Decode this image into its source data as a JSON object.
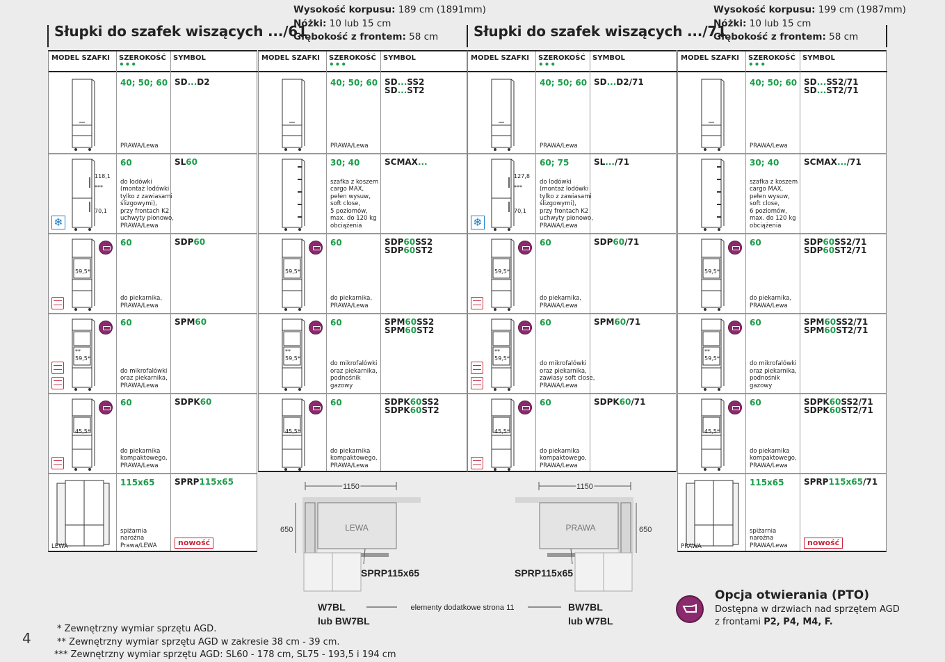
{
  "page_number": "4",
  "left_section": {
    "title": "Słupki do szafek wiszących .../61",
    "spec_height_label": "Wysokość korpusu:",
    "spec_height_value": " 189 cm (1891mm)",
    "spec_legs_label": "Nóżki:",
    "spec_legs_value": " 10 lub 15 cm",
    "spec_depth_label": "Głębokość z frontem:",
    "spec_depth_value": " 58 cm"
  },
  "right_section": {
    "title": "Słupki do szafek wiszących .../71",
    "spec_height_label": "Wysokość korpusu:",
    "spec_height_value": " 199 cm (1987mm)",
    "spec_legs_label": "Nóżki:",
    "spec_legs_value": " 10 lub 15 cm",
    "spec_depth_label": "Głębokość z frontem:",
    "spec_depth_value": " 58 cm"
  },
  "columns": {
    "model": "MODEL SZAFKI",
    "width": "SZEROKOŚĆ",
    "symbol": "SYMBOL",
    "dots": "•••"
  },
  "tables": [
    {
      "rows": [
        {
          "width": "40; 50; 60",
          "sym1a": "SD",
          "sym1b": "...",
          "sym1c": "D2",
          "sym2": "",
          "note": "PRAWA/Lewa",
          "dims": []
        },
        {
          "width": "60",
          "sym1a": "SL",
          "sym1b": "60",
          "sym1c": "",
          "sym2": "",
          "note": "do lodówki\n(montaż lodówki\ntylko z zawiasami\nślizgowymi),\nprzy frontach K2\nuchwyty pionowo,\nPRAWA/Lewa",
          "dims": [
            "118,1",
            "***",
            "70,1"
          ]
        },
        {
          "width": "60",
          "sym1a": "SDP",
          "sym1b": "60",
          "sym1c": "",
          "sym2": "",
          "note": "do piekarnika,\nPRAWA/Lewa",
          "dims": [
            "59,5*"
          ]
        },
        {
          "width": "60",
          "sym1a": "SPM",
          "sym1b": "60",
          "sym1c": "",
          "sym2": "",
          "note": "do mikrofalówki\noraz piekarnika,\nPRAWA/Lewa",
          "dims": [
            "**",
            "59,5*"
          ]
        },
        {
          "width": "60",
          "sym1a": "SDPK",
          "sym1b": "60",
          "sym1c": "",
          "sym2": "",
          "note": "do piekarnika\nkompaktowego,\nPRAWA/Lewa",
          "dims": [
            "45,5*"
          ]
        },
        {
          "width": "115x65",
          "sym1a": "SPRP",
          "sym1b": "115x65",
          "sym1c": "",
          "sym2": "",
          "note": "spiżarnia\nnarożna\nPrawa/LEWA",
          "badge": "nowość",
          "model_label": "LEWA",
          "dims": []
        }
      ]
    },
    {
      "rows": [
        {
          "width": "40; 50; 60",
          "sym1a": "SD",
          "sym1b": "...",
          "sym1c": "SS2",
          "sym2a": "SD",
          "sym2b": "...",
          "sym2c": "ST2",
          "note": "PRAWA/Lewa",
          "dims": []
        },
        {
          "width": "30; 40",
          "sym1a": "SCMAX",
          "sym1b": "...",
          "sym1c": "",
          "note": "szafka z koszem\ncargo MAX,\npełen wysuw,\nsoft close,\n5 poziomów,\nmax. do 120 kg\nobciążenia",
          "dims": []
        },
        {
          "width": "60",
          "sym1a": "SDP",
          "sym1b": "60",
          "sym1c": "SS2",
          "sym2a": "SDP",
          "sym2b": "60",
          "sym2c": "ST2",
          "note": "do piekarnika,\nPRAWA/Lewa",
          "dims": [
            "59,5*"
          ]
        },
        {
          "width": "60",
          "sym1a": "SPM",
          "sym1b": "60",
          "sym1c": "SS2",
          "sym2a": "SPM",
          "sym2b": "60",
          "sym2c": "ST2",
          "note": "do mikrofalówki\noraz piekarnika,\npodnośnik\ngazowy",
          "dims": [
            "**",
            "59,5*"
          ]
        },
        {
          "width": "60",
          "sym1a": "SDPK",
          "sym1b": "60",
          "sym1c": "SS2",
          "sym2a": "SDPK",
          "sym2b": "60",
          "sym2c": "ST2",
          "note": "do piekarnika\nkompaktowego,\nPRAWA/Lewa",
          "dims": [
            "45,5*"
          ]
        }
      ]
    },
    {
      "rows": [
        {
          "width": "40; 50; 60",
          "sym1a": "SD",
          "sym1b": "...",
          "sym1c": "D2/71",
          "note": "PRAWA/Lewa",
          "dims": []
        },
        {
          "width": "60; 75",
          "sym1a": "SL",
          "sym1b": "...",
          "sym1c": "/71",
          "note": "do lodówki\n(montaż lodówki\ntylko z zawiasami\nślizgowymi),\nprzy frontach K2\nuchwyty pionowo,\nPRAWA/Lewa",
          "dims": [
            "127,8",
            "***",
            "70,1"
          ]
        },
        {
          "width": "60",
          "sym1a": "SDP",
          "sym1b": "60",
          "sym1c": "/71",
          "note": "do piekarnika,\nPRAWA/Lewa",
          "dims": [
            "59,5*"
          ]
        },
        {
          "width": "60",
          "sym1a": "SPM",
          "sym1b": "60",
          "sym1c": "/71",
          "note": "do mikrofalówki\noraz piekarnika,\nzawiasy soft close,\nPRAWA/Lewa",
          "dims": [
            "**",
            "59,5*"
          ]
        },
        {
          "width": "60",
          "sym1a": "SDPK",
          "sym1b": "60",
          "sym1c": "/71",
          "note": "do piekarnika\nkompaktowego,\nPRAWA/Lewa",
          "dims": [
            "45,5*"
          ]
        }
      ]
    },
    {
      "rows": [
        {
          "width": "40; 50; 60",
          "sym1a": "SD",
          "sym1b": "...",
          "sym1c": "SS2/71",
          "sym2a": "SD",
          "sym2b": "...",
          "sym2c": "ST2/71",
          "note": "PRAWA/Lewa",
          "dims": []
        },
        {
          "width": "30; 40",
          "sym1a": "SCMAX",
          "sym1b": "...",
          "sym1c": "/71",
          "note": "szafka z koszem\ncargo MAX,\npełen wysuw,\nsoft close,\n6 poziomów,\nmax. do 120 kg\nobciążenia",
          "dims": []
        },
        {
          "width": "60",
          "sym1a": "SDP",
          "sym1b": "60",
          "sym1c": "SS2/71",
          "sym2a": "SDP",
          "sym2b": "60",
          "sym2c": "ST2/71",
          "note": "do piekarnika,\nPRAWA/Lewa",
          "dims": [
            "59,5*"
          ]
        },
        {
          "width": "60",
          "sym1a": "SPM",
          "sym1b": "60",
          "sym1c": "SS2/71",
          "sym2a": "SPM",
          "sym2b": "60",
          "sym2c": "ST2/71",
          "note": "do mikrofalówki\noraz piekarnika,\npodnośnik\ngazowy",
          "dims": [
            "**",
            "59,5*"
          ]
        },
        {
          "width": "60",
          "sym1a": "SDPK",
          "sym1b": "60",
          "sym1c": "SS2/71",
          "sym2a": "SDPK",
          "sym2b": "60",
          "sym2c": "ST2/71",
          "note": "do piekarnika\nkompaktowego,\nPRAWA/Lewa",
          "dims": [
            "45,5*"
          ]
        },
        {
          "width": "115x65",
          "sym1a": "SPRP",
          "sym1b": "115x65",
          "sym1c": "/71",
          "note": "spiżarnia\nnarożna\nPRAWA/Lewa",
          "badge": "nowość",
          "model_label": "PRAWA",
          "dims": []
        }
      ]
    }
  ],
  "plan_left": {
    "dim_width": "1150",
    "dim_depth": "650",
    "label": "LEWA",
    "product": "SPRP115x65",
    "side_a": "W7BL",
    "side_b": "lub BW7BL"
  },
  "plan_right": {
    "dim_width": "1150",
    "dim_depth": "650",
    "label": "PRAWA",
    "product": "SPRP115x65",
    "side_a": "BW7BL",
    "side_b": "lub W7BL"
  },
  "plan_connector": "elementy dodatkowe strona 11",
  "pto": {
    "title": "Opcja otwierania (PTO)",
    "line1": "Dostępna w drzwiach nad sprzętem AGD",
    "line2_prefix": "z frontami ",
    "line2_bold": "P2, P4, M4, F."
  },
  "footnotes": [
    "* Zewnętrzny wymiar sprzętu AGD.",
    "** Zewnętrzny wymiar sprzętu AGD w zakresie 38 cm - 39 cm.",
    "*** Zewnętrzny wymiar sprzętu AGD: SL60 - 178 cm, SL75 - 193,5 i 194 cm"
  ],
  "colors": {
    "green": "#1c9d4a",
    "red": "#c8283c",
    "purple": "#8b2a6c",
    "blue": "#1e7fc4"
  }
}
